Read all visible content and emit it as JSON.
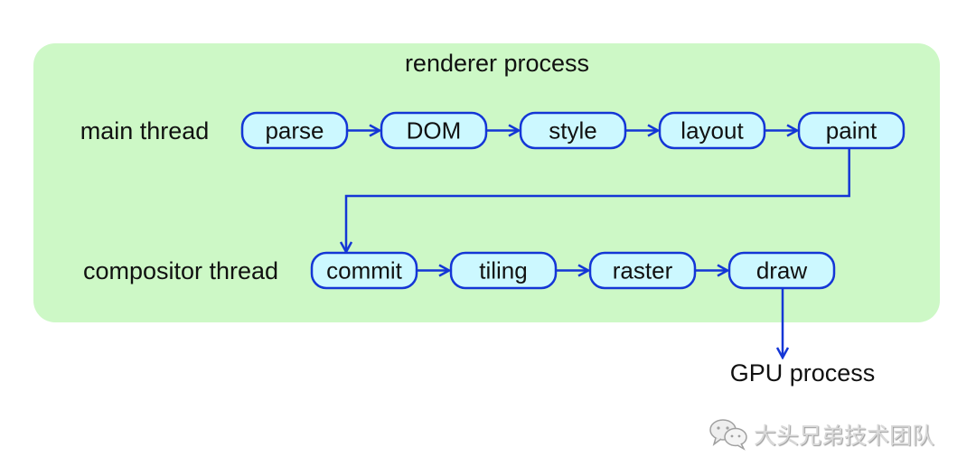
{
  "diagram": {
    "group_title": "renderer process",
    "colors": {
      "group_fill": "#cdf8c6",
      "node_fill": "#ccf8ff",
      "node_stroke": "#1436d6",
      "edge": "#1436d6"
    },
    "rows": [
      {
        "label": "main thread",
        "nodes": [
          "parse",
          "DOM",
          "style",
          "layout",
          "paint"
        ]
      },
      {
        "label": "compositor thread",
        "nodes": [
          "commit",
          "tiling",
          "raster",
          "draw"
        ]
      }
    ],
    "edges": [
      [
        "parse",
        "DOM"
      ],
      [
        "DOM",
        "style"
      ],
      [
        "style",
        "layout"
      ],
      [
        "layout",
        "paint"
      ],
      [
        "paint",
        "commit"
      ],
      [
        "commit",
        "tiling"
      ],
      [
        "tiling",
        "raster"
      ],
      [
        "raster",
        "draw"
      ],
      [
        "draw",
        "GPU process"
      ]
    ],
    "external_target": "GPU process"
  },
  "watermark": {
    "icon": "wechat-icon",
    "text": "大头兄弟技术团队"
  }
}
